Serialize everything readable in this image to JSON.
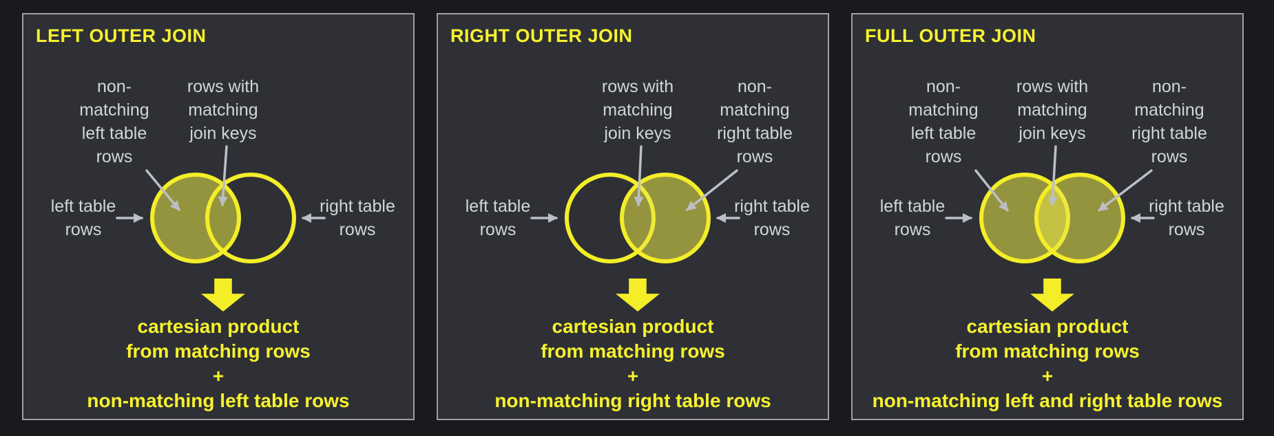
{
  "colors": {
    "page_bg": "#191a1d",
    "panel_bg": "#2e3036",
    "panel_border": "#a0a0a0",
    "accent_yellow": "#f3ee28",
    "title_yellow": "#f7f22d",
    "label_gray": "#d2d5da",
    "arrow_gray": "#bcbfc5",
    "venn_fill": "rgba(235,232,70,0.55)"
  },
  "panels": [
    {
      "title": "LEFT OUTER JOIN",
      "labels": {
        "non_matching_left": "non-\nmatching\nleft table\nrows",
        "matching": "rows with\nmatching\njoin keys",
        "left_rows": "left table\nrows",
        "right_rows": "right table\nrows"
      },
      "venn": {
        "left_filled": true,
        "right_filled": false
      },
      "result": "cartesian product\nfrom matching rows\n+\nnon-matching left table rows"
    },
    {
      "title": "RIGHT OUTER JOIN",
      "labels": {
        "matching": "rows with\nmatching\njoin keys",
        "non_matching_right": "non-\nmatching\nright table\nrows",
        "left_rows": "left table\nrows",
        "right_rows": "right table\nrows"
      },
      "venn": {
        "left_filled": false,
        "right_filled": true
      },
      "result": "cartesian product\nfrom matching rows\n+\nnon-matching right table rows"
    },
    {
      "title": "FULL OUTER JOIN",
      "labels": {
        "non_matching_left": "non-\nmatching\nleft table\nrows",
        "matching": "rows with\nmatching\njoin keys",
        "non_matching_right": "non-\nmatching\nright table\nrows",
        "left_rows": "left table\nrows",
        "right_rows": "right table\nrows"
      },
      "venn": {
        "left_filled": true,
        "right_filled": true
      },
      "result": "cartesian product\nfrom matching rows\n+\nnon-matching left and right table rows"
    }
  ]
}
